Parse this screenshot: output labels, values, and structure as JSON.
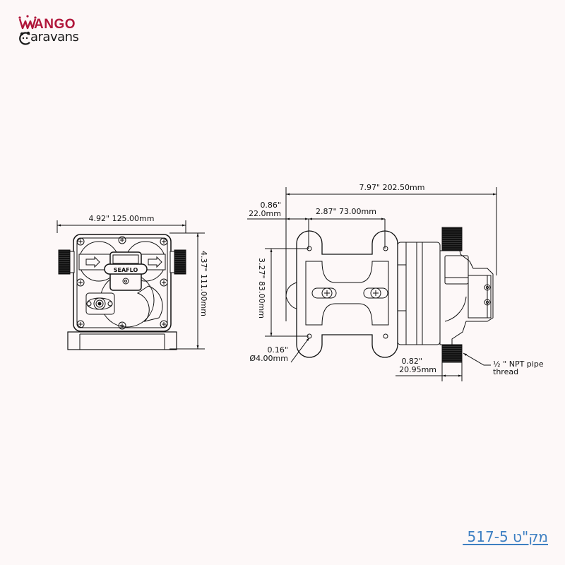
{
  "brand": {
    "line1": "WANGO",
    "line1_display": "ANGO",
    "line2": "Caravans",
    "line2_display": "aravans",
    "primary_color": "#b0163a",
    "secondary_color": "#1a1a1a"
  },
  "front_view": {
    "width_label": "4.92\"  125.00mm",
    "height_label": "4.37\"  111.00mm",
    "brand_badge": "SEAFLO"
  },
  "side_view": {
    "overall_length_label": "7.97\"  202.50mm",
    "offset_label_in": "0.86\"",
    "offset_label_mm": "22.0mm",
    "hole_spacing_label": "2.87\"  73.00mm",
    "hole_height_label": "3.27\"  83.00mm",
    "hole_diameter_in": "0.16\"",
    "hole_diameter_mm": "Ø4.00mm",
    "port_width_in": "0.82\"",
    "port_width_mm": "20.95mm",
    "thread_label_line1": "½ \" NPT pipe",
    "thread_label_line2": "thread"
  },
  "footer": {
    "sku_text": " 517-5 מק\"ט",
    "link_color": "#3d7fc2"
  }
}
